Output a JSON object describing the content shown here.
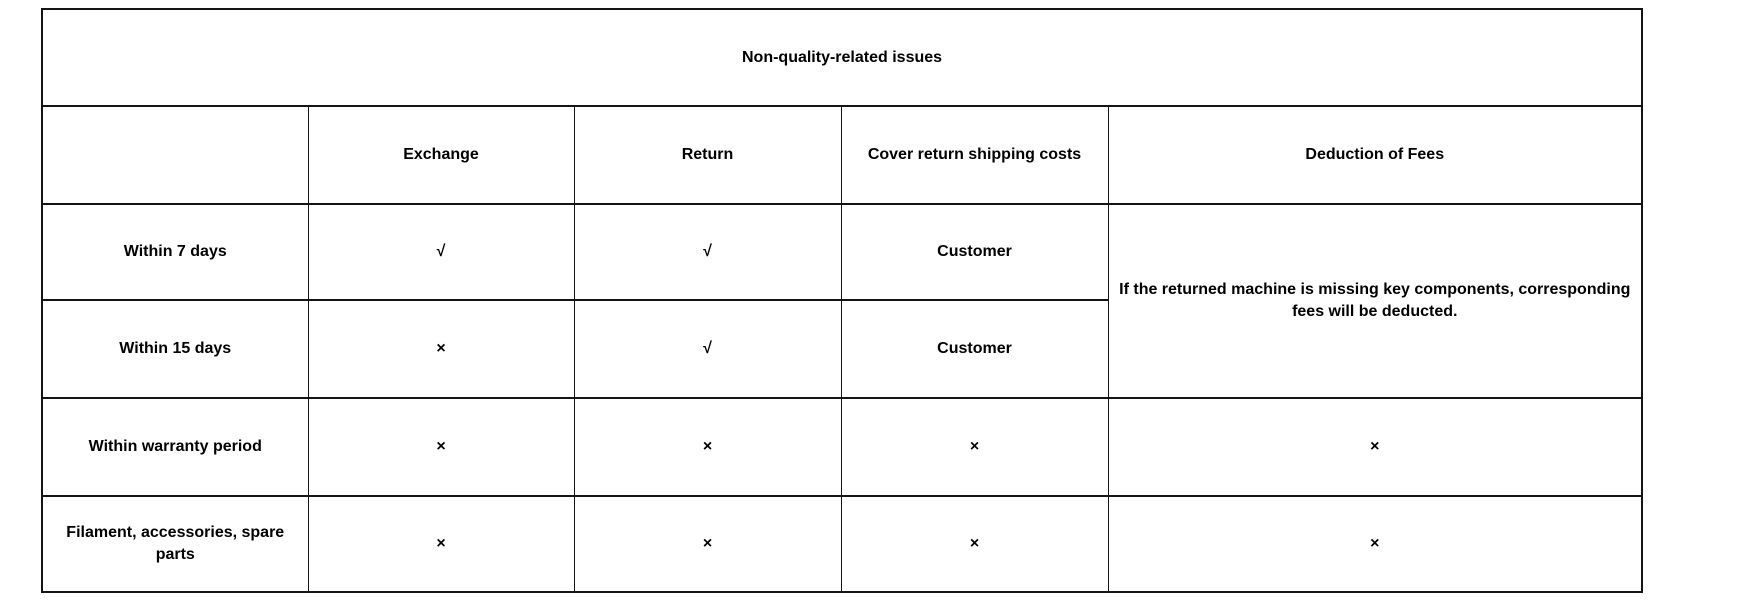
{
  "table": {
    "title": "Non-quality-related issues",
    "headers": [
      "",
      "Exchange",
      "Return",
      "Cover return shipping costs",
      "Deduction of Fees"
    ],
    "fees_note": "If the returned machine is missing key components, corresponding fees will be deducted.",
    "symbols": {
      "allowed": "√",
      "not_allowed": "×"
    },
    "rows": [
      {
        "label": "Within 7 days",
        "exchange": "√",
        "return": "√",
        "shipping": "Customer"
      },
      {
        "label": "Within 15 days",
        "exchange": "×",
        "return": "√",
        "shipping": "Customer"
      },
      {
        "label": "Within warranty period",
        "exchange": "×",
        "return": "×",
        "shipping": "×",
        "fees": "×"
      },
      {
        "label": "Filament, accessories, spare parts",
        "exchange": "×",
        "return": "×",
        "shipping": "×",
        "fees": "×"
      }
    ]
  }
}
